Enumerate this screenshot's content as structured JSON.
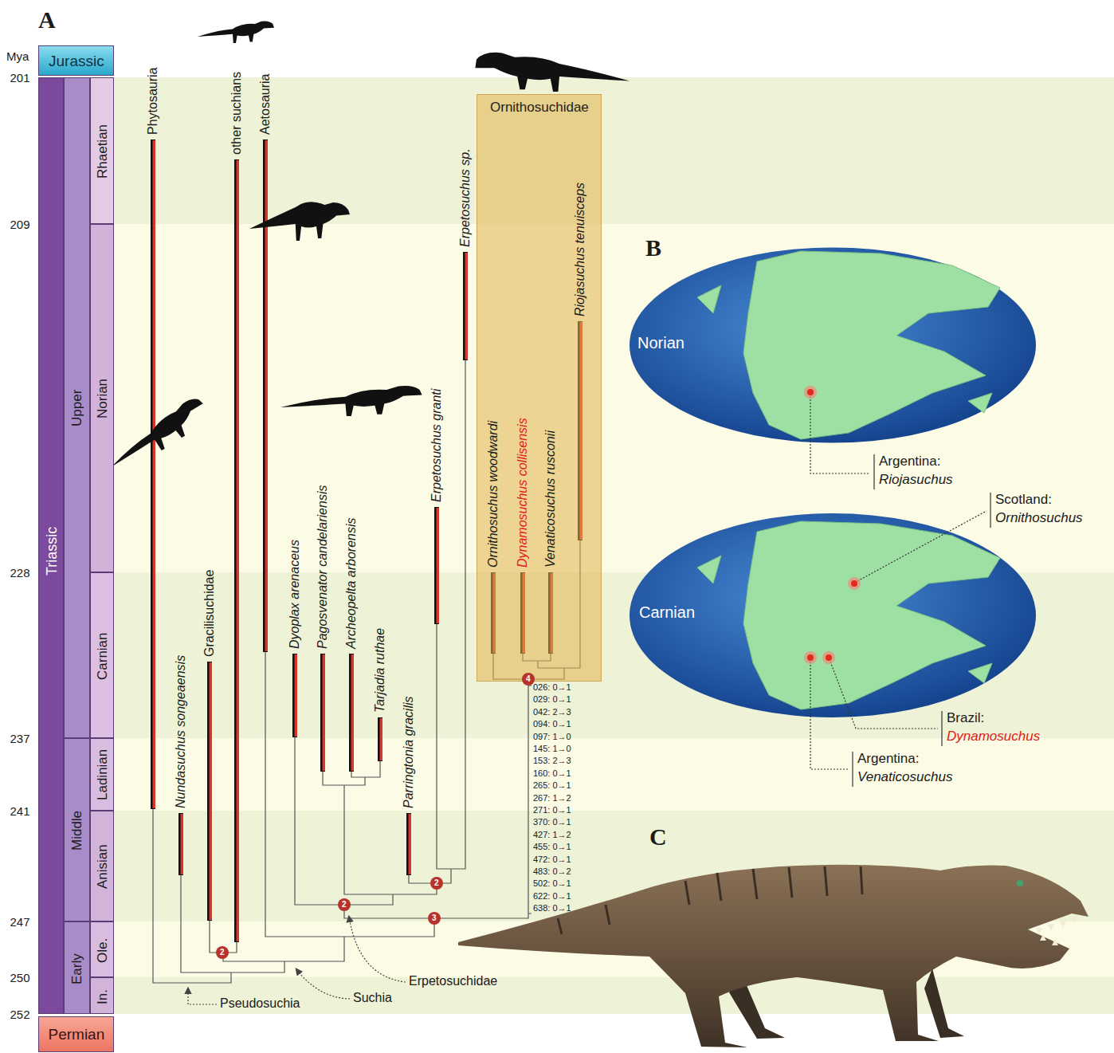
{
  "diagram": {
    "nodes": [
      {
        "text": [
          "Jurassic"
        ]
      },
      {
        "text": [
          "Triassic"
        ]
      },
      {
        "text": [
          "Upper"
        ]
      },
      {
        "text": [
          "Middle"
        ]
      },
      {
        "text": [
          "Early"
        ]
      },
      {
        "text": [
          "Rhaetian"
        ]
      },
      {
        "text": [
          "Norian"
        ]
      },
      {
        "text": [
          "Carnian"
        ]
      },
      {
        "text": [
          "Ladinian"
        ]
      },
      {
        "text": [
          "Anisian"
        ]
      },
      {
        "text": [
          "Ole."
        ]
      },
      {
        "text": [
          "In."
        ]
      },
      {
        "text": [
          "Permian"
        ]
      },
      {
        "text": [
          "Ornithosuchidae"
        ]
      },
      {
        "text": [
          "2"
        ]
      },
      {
        "text": [
          "2"
        ]
      },
      {
        "text": [
          "3"
        ]
      },
      {
        "text": [
          "2"
        ]
      },
      {
        "text": [
          "4"
        ]
      },
      {
        "text": [
          "Norian"
        ]
      },
      {
        "text": [
          "Carnian"
        ]
      }
    ],
    "labels": [
      "A",
      "Mya",
      "201",
      "209",
      "228",
      "237",
      "241",
      "247",
      "250",
      "252",
      "Phytosauria",
      "Nundasuchus songeaensis",
      "Gracilisuchidae",
      "other suchians",
      "Aetosauria",
      "Dyoplax arenaceus",
      "Pagosvenator candelariensis",
      "Archeopelta arborensis",
      "Tarjadia ruthae",
      "Parringtonia gracilis",
      "Erpetosuchus granti",
      "Erpetosuchus sp.",
      "Ornithosuchus woodwardi",
      "Dynamosuchus collisensis",
      "Venaticosuchus rusconii",
      "Riojasuchus tenuisceps",
      "026: 0→1",
      "029: 0→1",
      "042: 2→3",
      "094: 0→1",
      "097: 1→0",
      "145: 1→0",
      "153: 2→3",
      "160: 0→1",
      "265: 0→1",
      "267: 1→2",
      "271: 0→1",
      "370: 0→1",
      "427: 1→2",
      "455: 0→1",
      "472: 0→1",
      "483: 0→2",
      "502: 0→1",
      "622: 0→1",
      "638: 0→1",
      "Pseudosuchia",
      "Suchia",
      "Erpetosuchidae",
      "B",
      "Argentina:",
      "Riojasuchus",
      "Scotland:",
      "Ornithosuchus",
      "Brazil:",
      "Dynamosuchus",
      "Argentina:",
      "Venaticosuchus",
      "C"
    ]
  }
}
